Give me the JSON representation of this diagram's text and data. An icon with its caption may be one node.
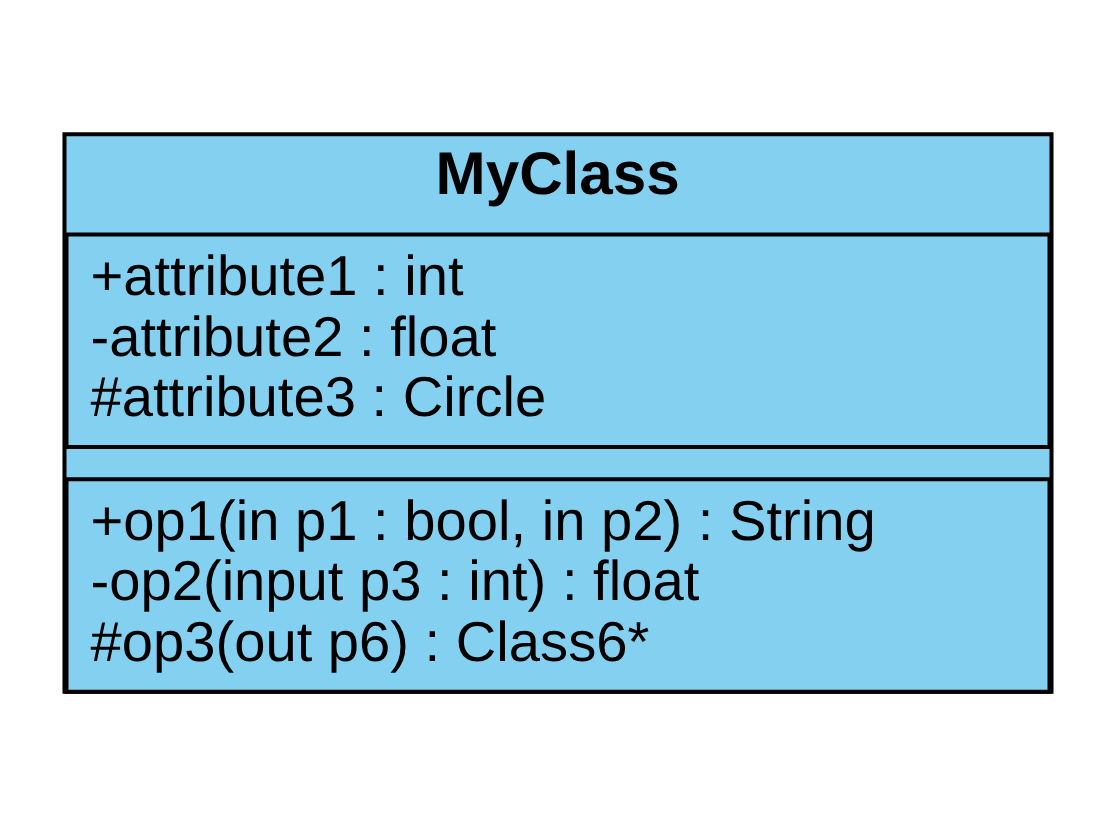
{
  "diagram": {
    "nodes": [
      {
        "text": [
          "MyClass"
        ]
      },
      {
        "text": [
          "+attribute1 : int",
          "-attribute2 : float",
          "#attribute3 : Circle"
        ],
        "in": 0
      },
      {
        "text": [
          "+op1(in p1 : bool, in p2) : String",
          "-op2(input p3 : int) : float",
          "#op3(out p6) : Class6*"
        ],
        "in": 0
      }
    ],
    "edges": []
  }
}
